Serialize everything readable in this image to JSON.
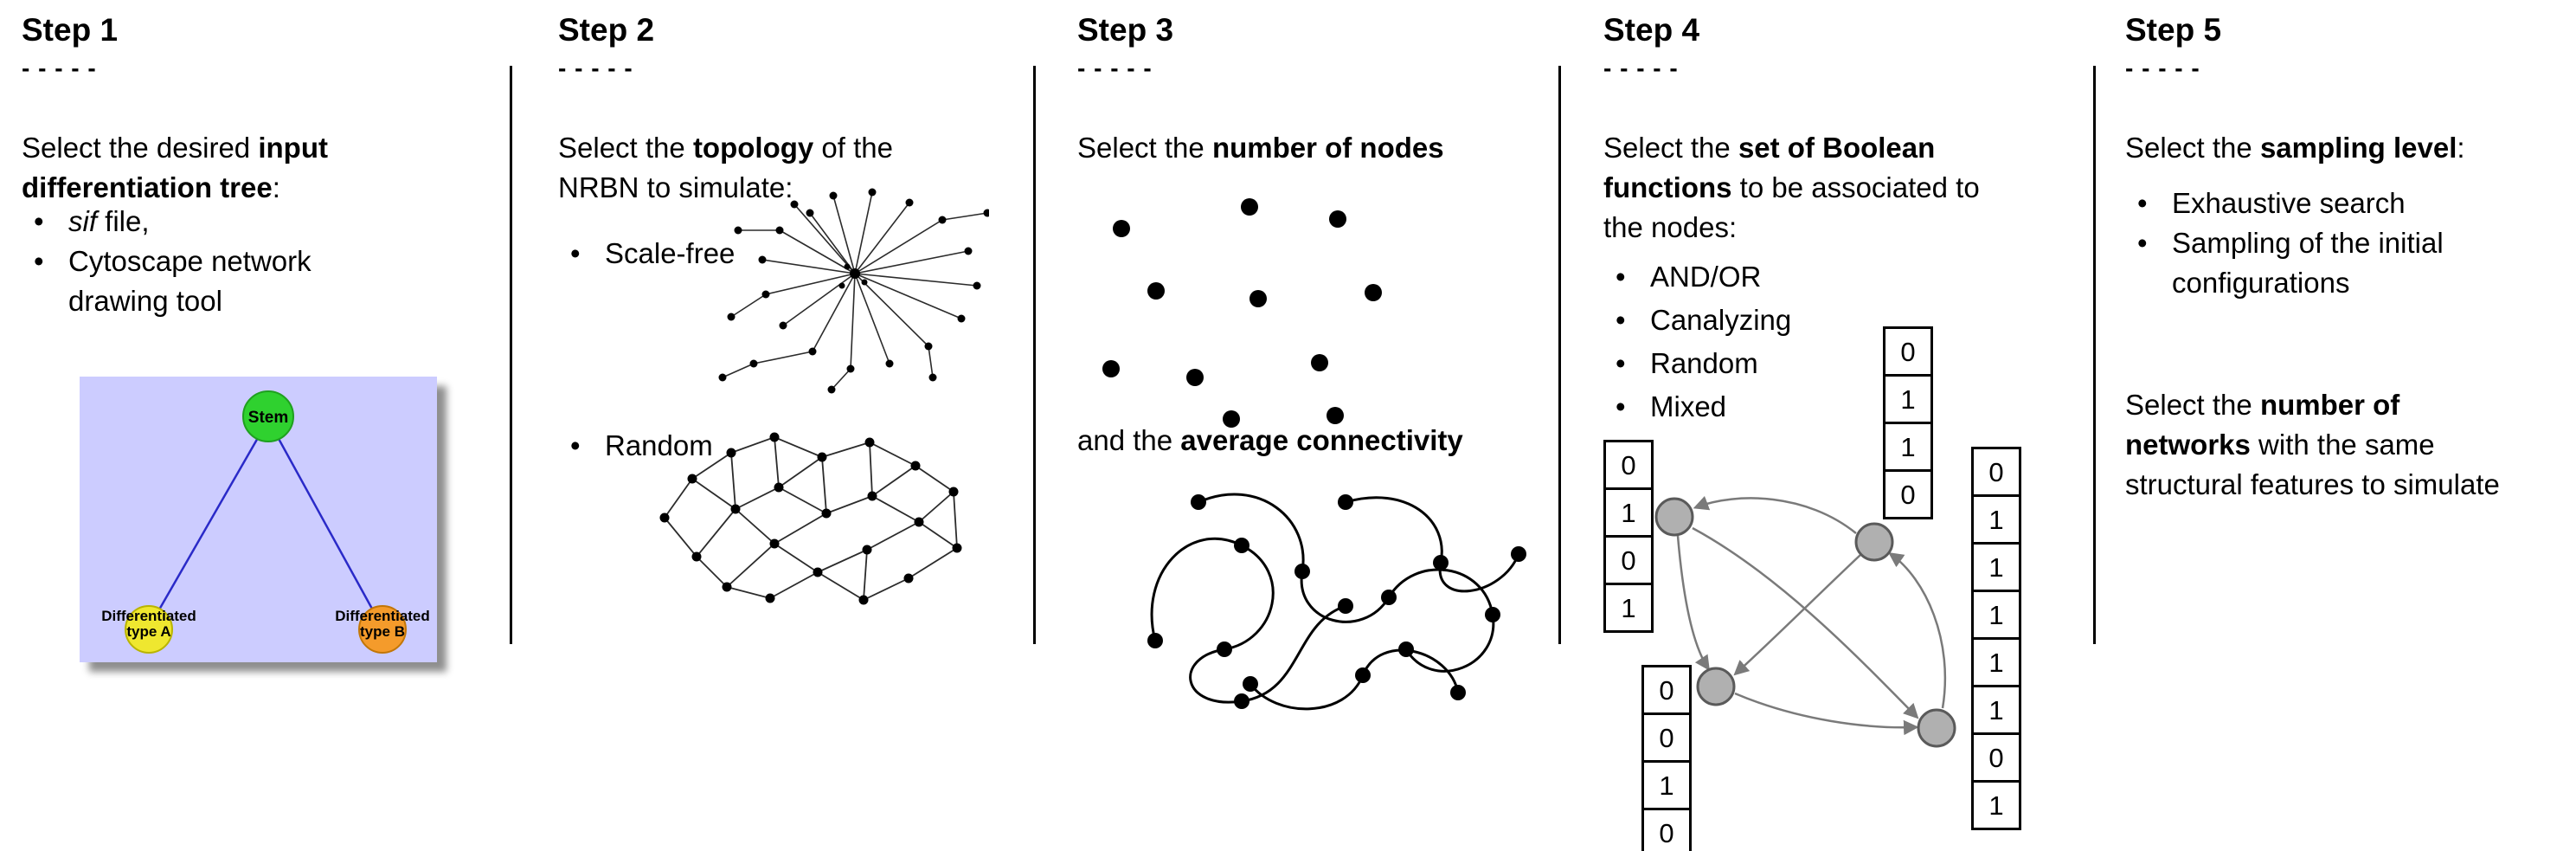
{
  "ui": {
    "bullet": "•",
    "dashes": "- - - - -"
  },
  "steps": [
    {
      "title": "Step 1",
      "intro_pre": "Select the desired ",
      "intro_bold": "input differentiation tree",
      "intro_post": ":",
      "bullet1_italic": "sif",
      "bullet1_rest": " file,",
      "bullet2": "Cytoscape network drawing tool",
      "tree": {
        "root": "Stem",
        "child_a": "Differentiated type A",
        "child_b": "Differentiated type B"
      }
    },
    {
      "title": "Step 2",
      "intro_pre": "Select the ",
      "intro_bold": "topology",
      "intro_post": " of the NRBN to simulate:",
      "bullet_scale_free": "Scale-free",
      "bullet_random": "Random"
    },
    {
      "title": "Step 3",
      "intro_pre": "Select the ",
      "intro_bold": "number of nodes",
      "second_pre": "and the ",
      "second_bold": "average connectivity"
    },
    {
      "title": "Step 4",
      "intro_pre": "Select the ",
      "intro_bold": "set of Boolean functions",
      "intro_post": " to be associated to the nodes:",
      "bullets": [
        "AND/OR",
        "Canalyzing",
        "Random",
        "Mixed"
      ],
      "tables": {
        "top": [
          "0",
          "1",
          "1",
          "0"
        ],
        "left": [
          "0",
          "1",
          "0",
          "1"
        ],
        "bottom_left": [
          "0",
          "0",
          "1",
          "0"
        ],
        "right": [
          "0",
          "1",
          "1",
          "1",
          "1",
          "1",
          "0",
          "1"
        ]
      }
    },
    {
      "title": "Step 5",
      "intro_pre": "Select the ",
      "intro_bold": "sampling level",
      "intro_post": ":",
      "bullets": [
        "Exhaustive search",
        "Sampling of the initial configurations"
      ],
      "para2_l1_pre": "Select the ",
      "para2_l1_bold": "number of",
      "para2_l2_bold": "networks",
      "para2_l2_post": " with the same",
      "para2_l3": "structural features to simulate"
    }
  ]
}
